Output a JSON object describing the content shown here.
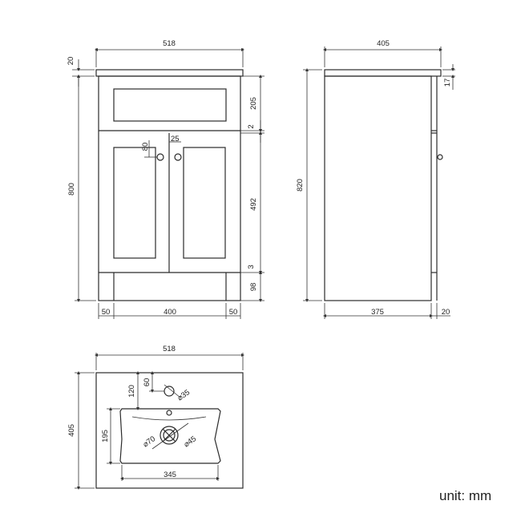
{
  "front": {
    "width_top": "518",
    "top_thickness": "20",
    "height": "800",
    "drawer_height": "205",
    "gap_top": "2",
    "handle_offset_v": "80",
    "handle_offset_h": "25",
    "door_height": "492",
    "gap_bottom": "3",
    "plinth_height": "98",
    "side_left": "50",
    "plinth_width": "400",
    "side_right": "50"
  },
  "side": {
    "depth_top": "405",
    "height": "820",
    "top_thickness": "17",
    "body_depth": "375",
    "door_depth": "20"
  },
  "basin": {
    "width": "518",
    "depth": "405",
    "tap_offset": "120",
    "tap_hole_offset": "60",
    "tap_hole_dia": "⌀35",
    "bowl_depth": "195",
    "waste_dia": "⌀70",
    "overflow_dia": "⌀45",
    "bowl_width": "345"
  },
  "unit_label": "unit: mm"
}
